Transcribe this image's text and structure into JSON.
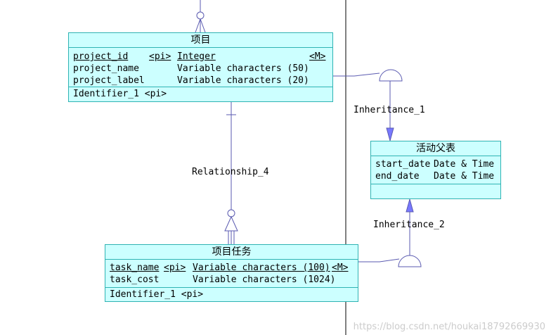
{
  "entities": {
    "project": {
      "name": "项目",
      "attributes": [
        {
          "name": "project_id",
          "pi": "<pi>",
          "type": "Integer",
          "mandatory": "<M>",
          "key": true
        },
        {
          "name": "project_name",
          "type": "Variable characters (50)"
        },
        {
          "name": "project_label",
          "type": "Variable characters (20)"
        }
      ],
      "identifier": "Identifier_1 <pi>"
    },
    "activity_parent": {
      "name": "活动父表",
      "attributes": [
        {
          "name": "start_date",
          "type": "Date & Time"
        },
        {
          "name": "end_date",
          "type": "Date & Time"
        }
      ]
    },
    "project_task": {
      "name": "项目任务",
      "attributes": [
        {
          "name": "task_name",
          "pi": "<pi>",
          "type": "Variable characters (100)",
          "mandatory": "<M>",
          "key": true
        },
        {
          "name": "task_cost",
          "type": "Variable characters (1024)"
        }
      ],
      "identifier": "Identifier_1 <pi>"
    }
  },
  "links": {
    "relationship_4": "Relationship_4",
    "inheritance_1": "Inheritance_1",
    "inheritance_2": "Inheritance_2"
  },
  "watermark": "https://blog.csdn.net/houkai18792669930"
}
